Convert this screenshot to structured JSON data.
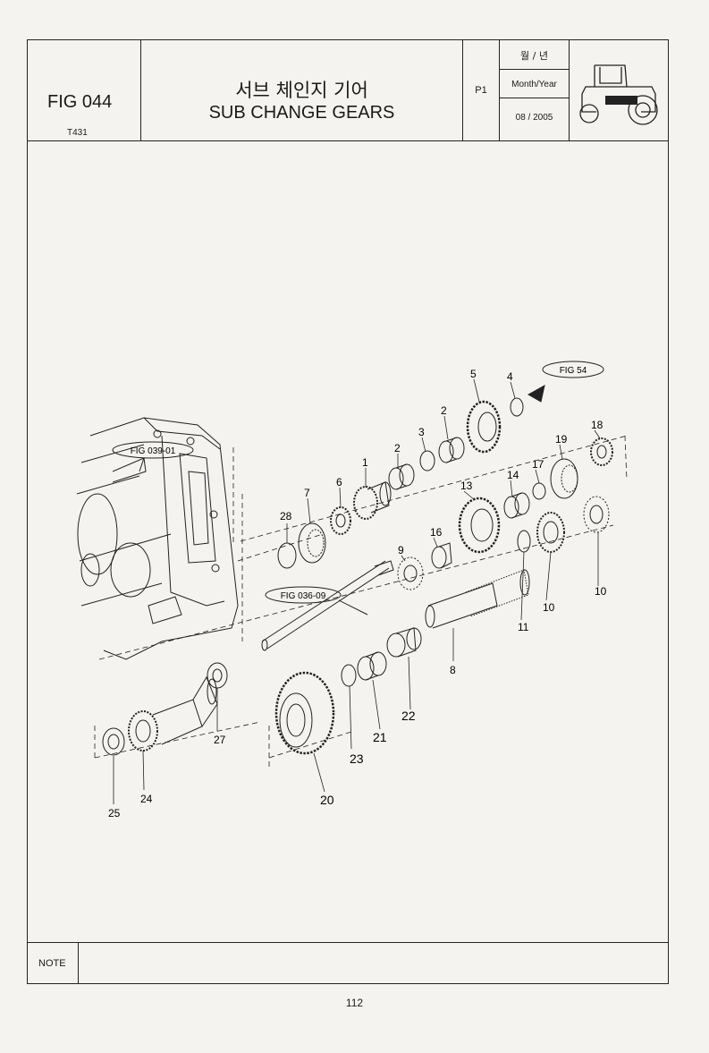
{
  "header": {
    "fig_number": "FIG 044",
    "model": "T431",
    "title_korean": "서브 체인지 기어",
    "title_english": "SUB CHANGE GEARS",
    "page_code": "P1",
    "date_label_korean": "월 / 년",
    "date_label": "Month/Year",
    "date_value": "08 / 2005"
  },
  "diagram": {
    "references": {
      "fig54": "FIG 54",
      "fig039": "FIG 039-01",
      "fig036": "FIG 036-09"
    },
    "callouts": [
      "1",
      "2",
      "2",
      "3",
      "4",
      "5",
      "6",
      "7",
      "8",
      "9",
      "10",
      "10",
      "11",
      "13",
      "14",
      "16",
      "17",
      "18",
      "19",
      "20",
      "21",
      "22",
      "23",
      "24",
      "25",
      "27",
      "28"
    ]
  },
  "note": {
    "label": "NOTE",
    "text": ""
  },
  "page_number": "112"
}
